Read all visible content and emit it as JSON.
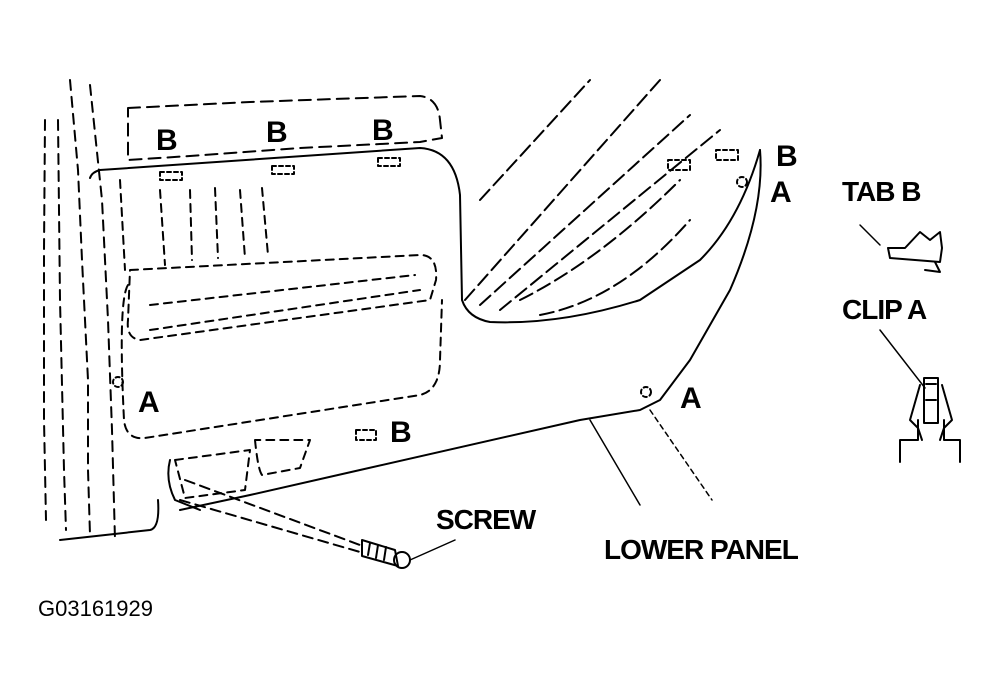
{
  "labels": {
    "b_top_1": "B",
    "b_top_2": "B",
    "b_top_3": "B",
    "b_right": "B",
    "a_right": "A",
    "a_left": "A",
    "a_mid": "A",
    "b_mid": "B",
    "tab_b": "TAB B",
    "clip_a": "CLIP A",
    "screw": "SCREW",
    "lower_panel": "LOWER PANEL",
    "figure_id": "G03161929"
  },
  "colors": {
    "ink": "#000000",
    "background": "#ffffff"
  }
}
